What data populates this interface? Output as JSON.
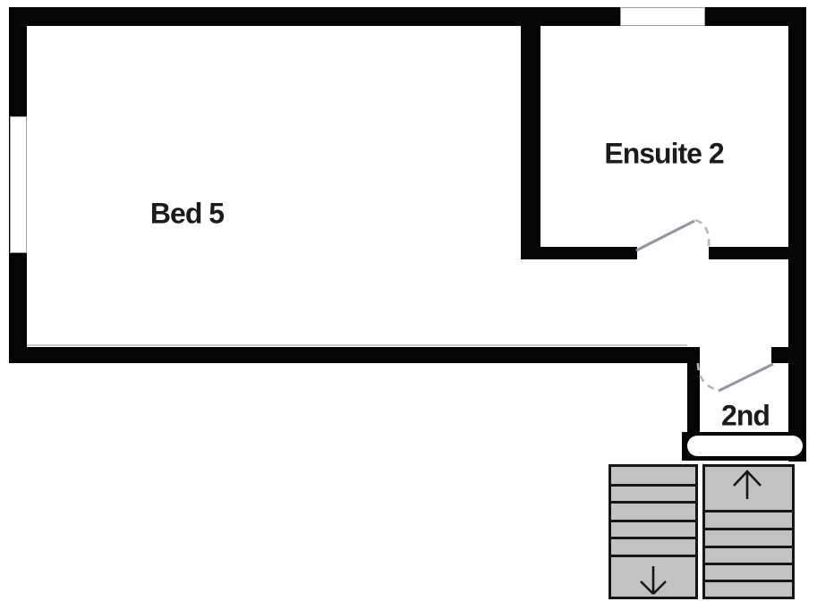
{
  "floorplan": {
    "labels": {
      "bed5": "Bed 5",
      "ensuite2": "Ensuite 2",
      "floor": "2nd"
    },
    "stairs": {
      "up_flight_treads": 5,
      "down_flight_treads": 5
    },
    "colors": {
      "background": "#ffffff",
      "wall": "#050505",
      "text": "#1b1b1b",
      "stair_fill": "#c2c2c2",
      "stair_border": "#161616",
      "door_leaf": "#9298a0",
      "door_swing": "#b3b7bb",
      "window_outline": "#a0a0a0",
      "floor_line": "#c9c9c9"
    }
  }
}
